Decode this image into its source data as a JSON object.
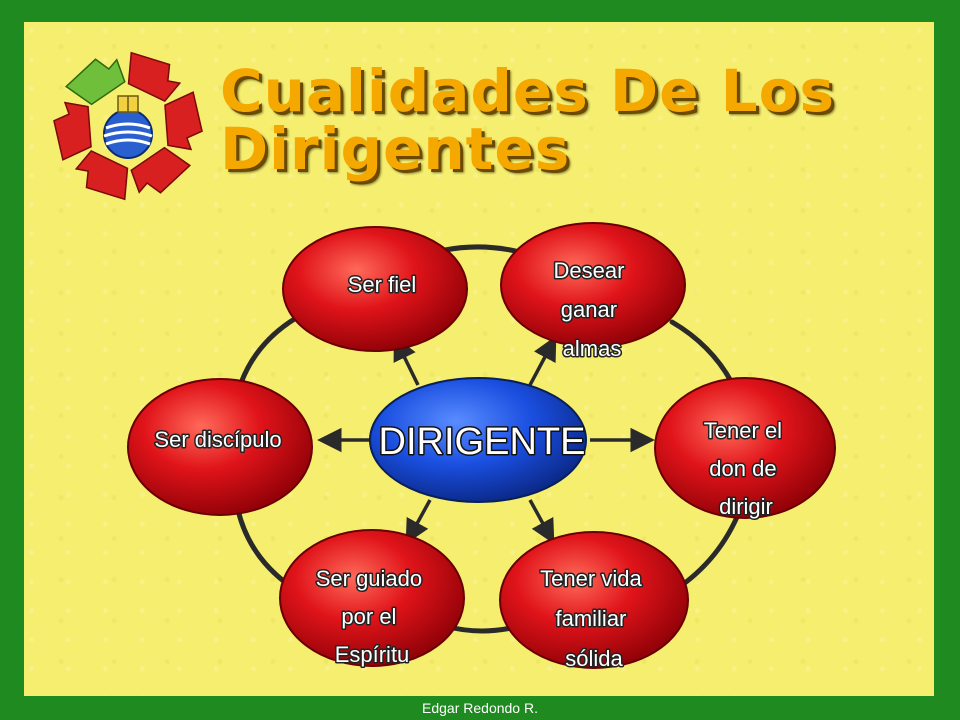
{
  "slide": {
    "title_line1": "Cualidades De Los",
    "title_line2": "Dirigentes",
    "footer": "Edgar Redondo R."
  },
  "center": {
    "label": "DIRIGENTE"
  },
  "qualities": [
    {
      "id": "ser-fiel",
      "lines": [
        "Ser fiel"
      ]
    },
    {
      "id": "desear-ganar-almas",
      "lines": [
        "Desear",
        "ganar",
        "almas"
      ]
    },
    {
      "id": "tener-el-don-de-dirigir",
      "lines": [
        "Tener el",
        "don de",
        "dirigir"
      ]
    },
    {
      "id": "tener-vida-familiar-solida",
      "lines": [
        "Tener vida",
        "familiar",
        "sólida"
      ]
    },
    {
      "id": "ser-guiado-por-el-espiritu",
      "lines": [
        "Ser guiado",
        "por el",
        "Espíritu"
      ]
    },
    {
      "id": "ser-discipulo",
      "lines": [
        "Ser discípulo"
      ]
    }
  ],
  "colors": {
    "frame": "#1f8a1f",
    "slide_bg": "#f6ee6e",
    "title": "#f5a800",
    "node_red": "#e0141a",
    "node_blue": "#1a4fe0",
    "connector": "#2a2a2a"
  },
  "logo": {
    "icon": "recycling-arrows-globe-icon"
  }
}
